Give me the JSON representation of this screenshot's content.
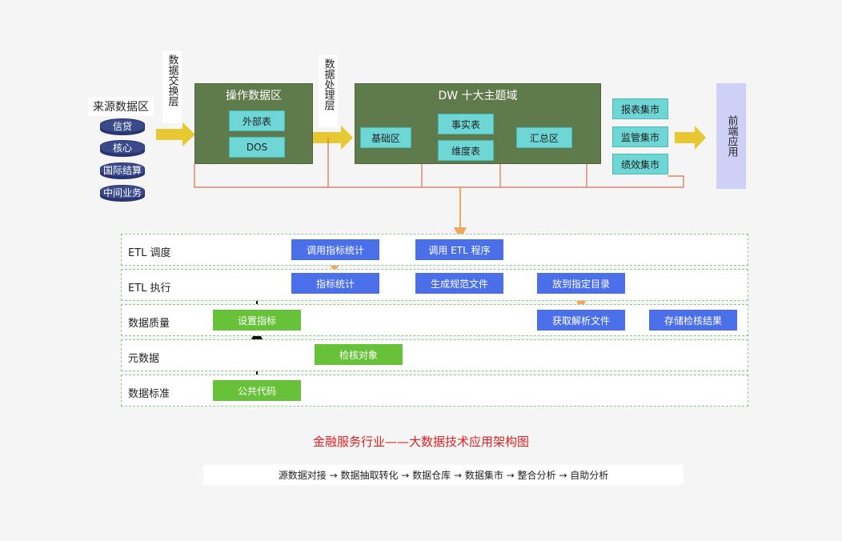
{
  "source": {
    "title": "来源数据区",
    "items": [
      "信贷",
      "核心",
      "国际结算",
      "中间业务"
    ]
  },
  "layers": {
    "exchange": "数据交换层",
    "processing": "数据处理层"
  },
  "ods": {
    "title": "操作数据区",
    "tables": [
      "外部表",
      "DOS"
    ]
  },
  "dw": {
    "title": "DW 十大主题域",
    "base": "基础区",
    "fact": "事实表",
    "dim": "维度表",
    "summary": "汇总区"
  },
  "marts": [
    "报表集市",
    "监管集市",
    "绩效集市"
  ],
  "frontend": "前端应用",
  "lanes": [
    "ETL 调度",
    "ETL 执行",
    "数据质量",
    "元数据",
    "数据标准"
  ],
  "boxes": {
    "call_stat": "调用指标统计",
    "call_etl": "调用 ETL 程序",
    "stat": "指标统计",
    "gen_file": "生成规范文件",
    "put_dir": "放到指定目录",
    "set_index": "设置指标",
    "get_parse": "获取解析文件",
    "store_result": "存储检核结果",
    "check_obj": "检核对象",
    "public_code": "公共代码"
  },
  "caption": "金融服务行业——大数据技术应用架构图",
  "footer": "源数据对接 → 数据抽取转化 → 数据仓库 → 数据集市 → 整合分析 → 自助分析",
  "colors": {
    "zone": "#5f7a4b",
    "table": "#6fd6d6",
    "blue_box": "#4a6fe8",
    "green_box": "#67c23a",
    "arrow_yellow": "#e8c832",
    "arrow_orange": "#f0a860",
    "caption": "#e02020"
  }
}
